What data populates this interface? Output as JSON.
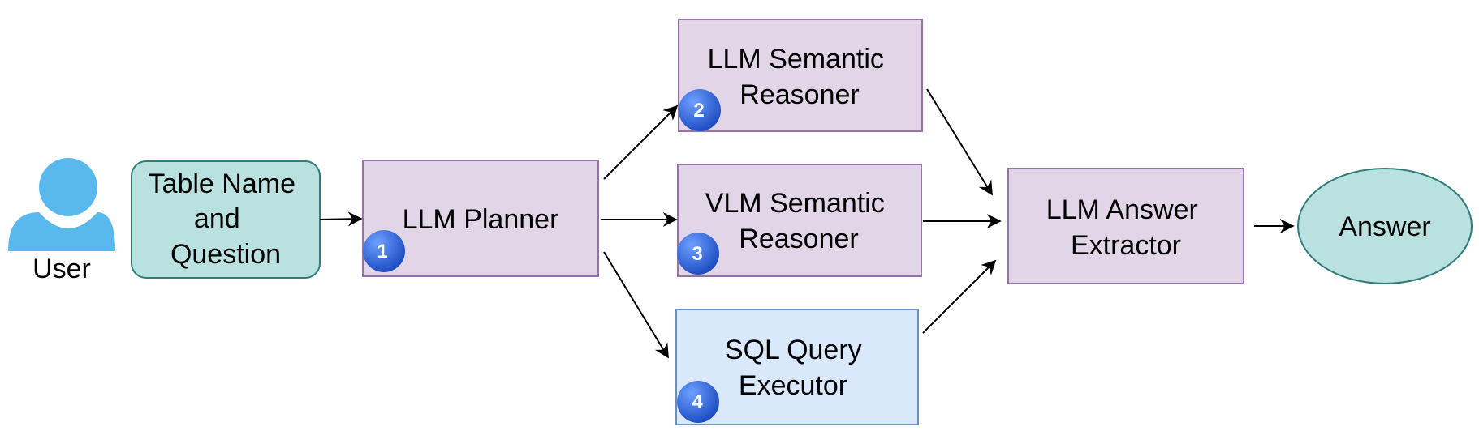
{
  "user": {
    "label": "User",
    "icon": "user-icon"
  },
  "nodes": {
    "input": {
      "lines": [
        "Table Name",
        "and",
        "Question"
      ]
    },
    "planner": {
      "lines": [
        "LLM Planner"
      ],
      "step": "1"
    },
    "llm_reasoner": {
      "lines": [
        "LLM Semantic",
        "Reasoner"
      ],
      "step": "2"
    },
    "vlm_reasoner": {
      "lines": [
        "VLM Semantic",
        "Reasoner"
      ],
      "step": "3"
    },
    "sql_executor": {
      "lines": [
        "SQL Query",
        "Executor"
      ],
      "step": "4"
    },
    "extractor": {
      "lines": [
        "LLM Answer",
        "Extractor"
      ]
    },
    "answer": {
      "lines": [
        "Answer"
      ]
    }
  },
  "colors": {
    "teal_fill": "#b9e1df",
    "teal_stroke": "#2e7d7a",
    "purple_fill": "#e1d5e7",
    "purple_stroke": "#9673a6",
    "blue_fill": "#dae8fc",
    "blue_stroke": "#6c8ebf",
    "badge": "#2f63d6",
    "user_icon": "#59b9ec"
  }
}
